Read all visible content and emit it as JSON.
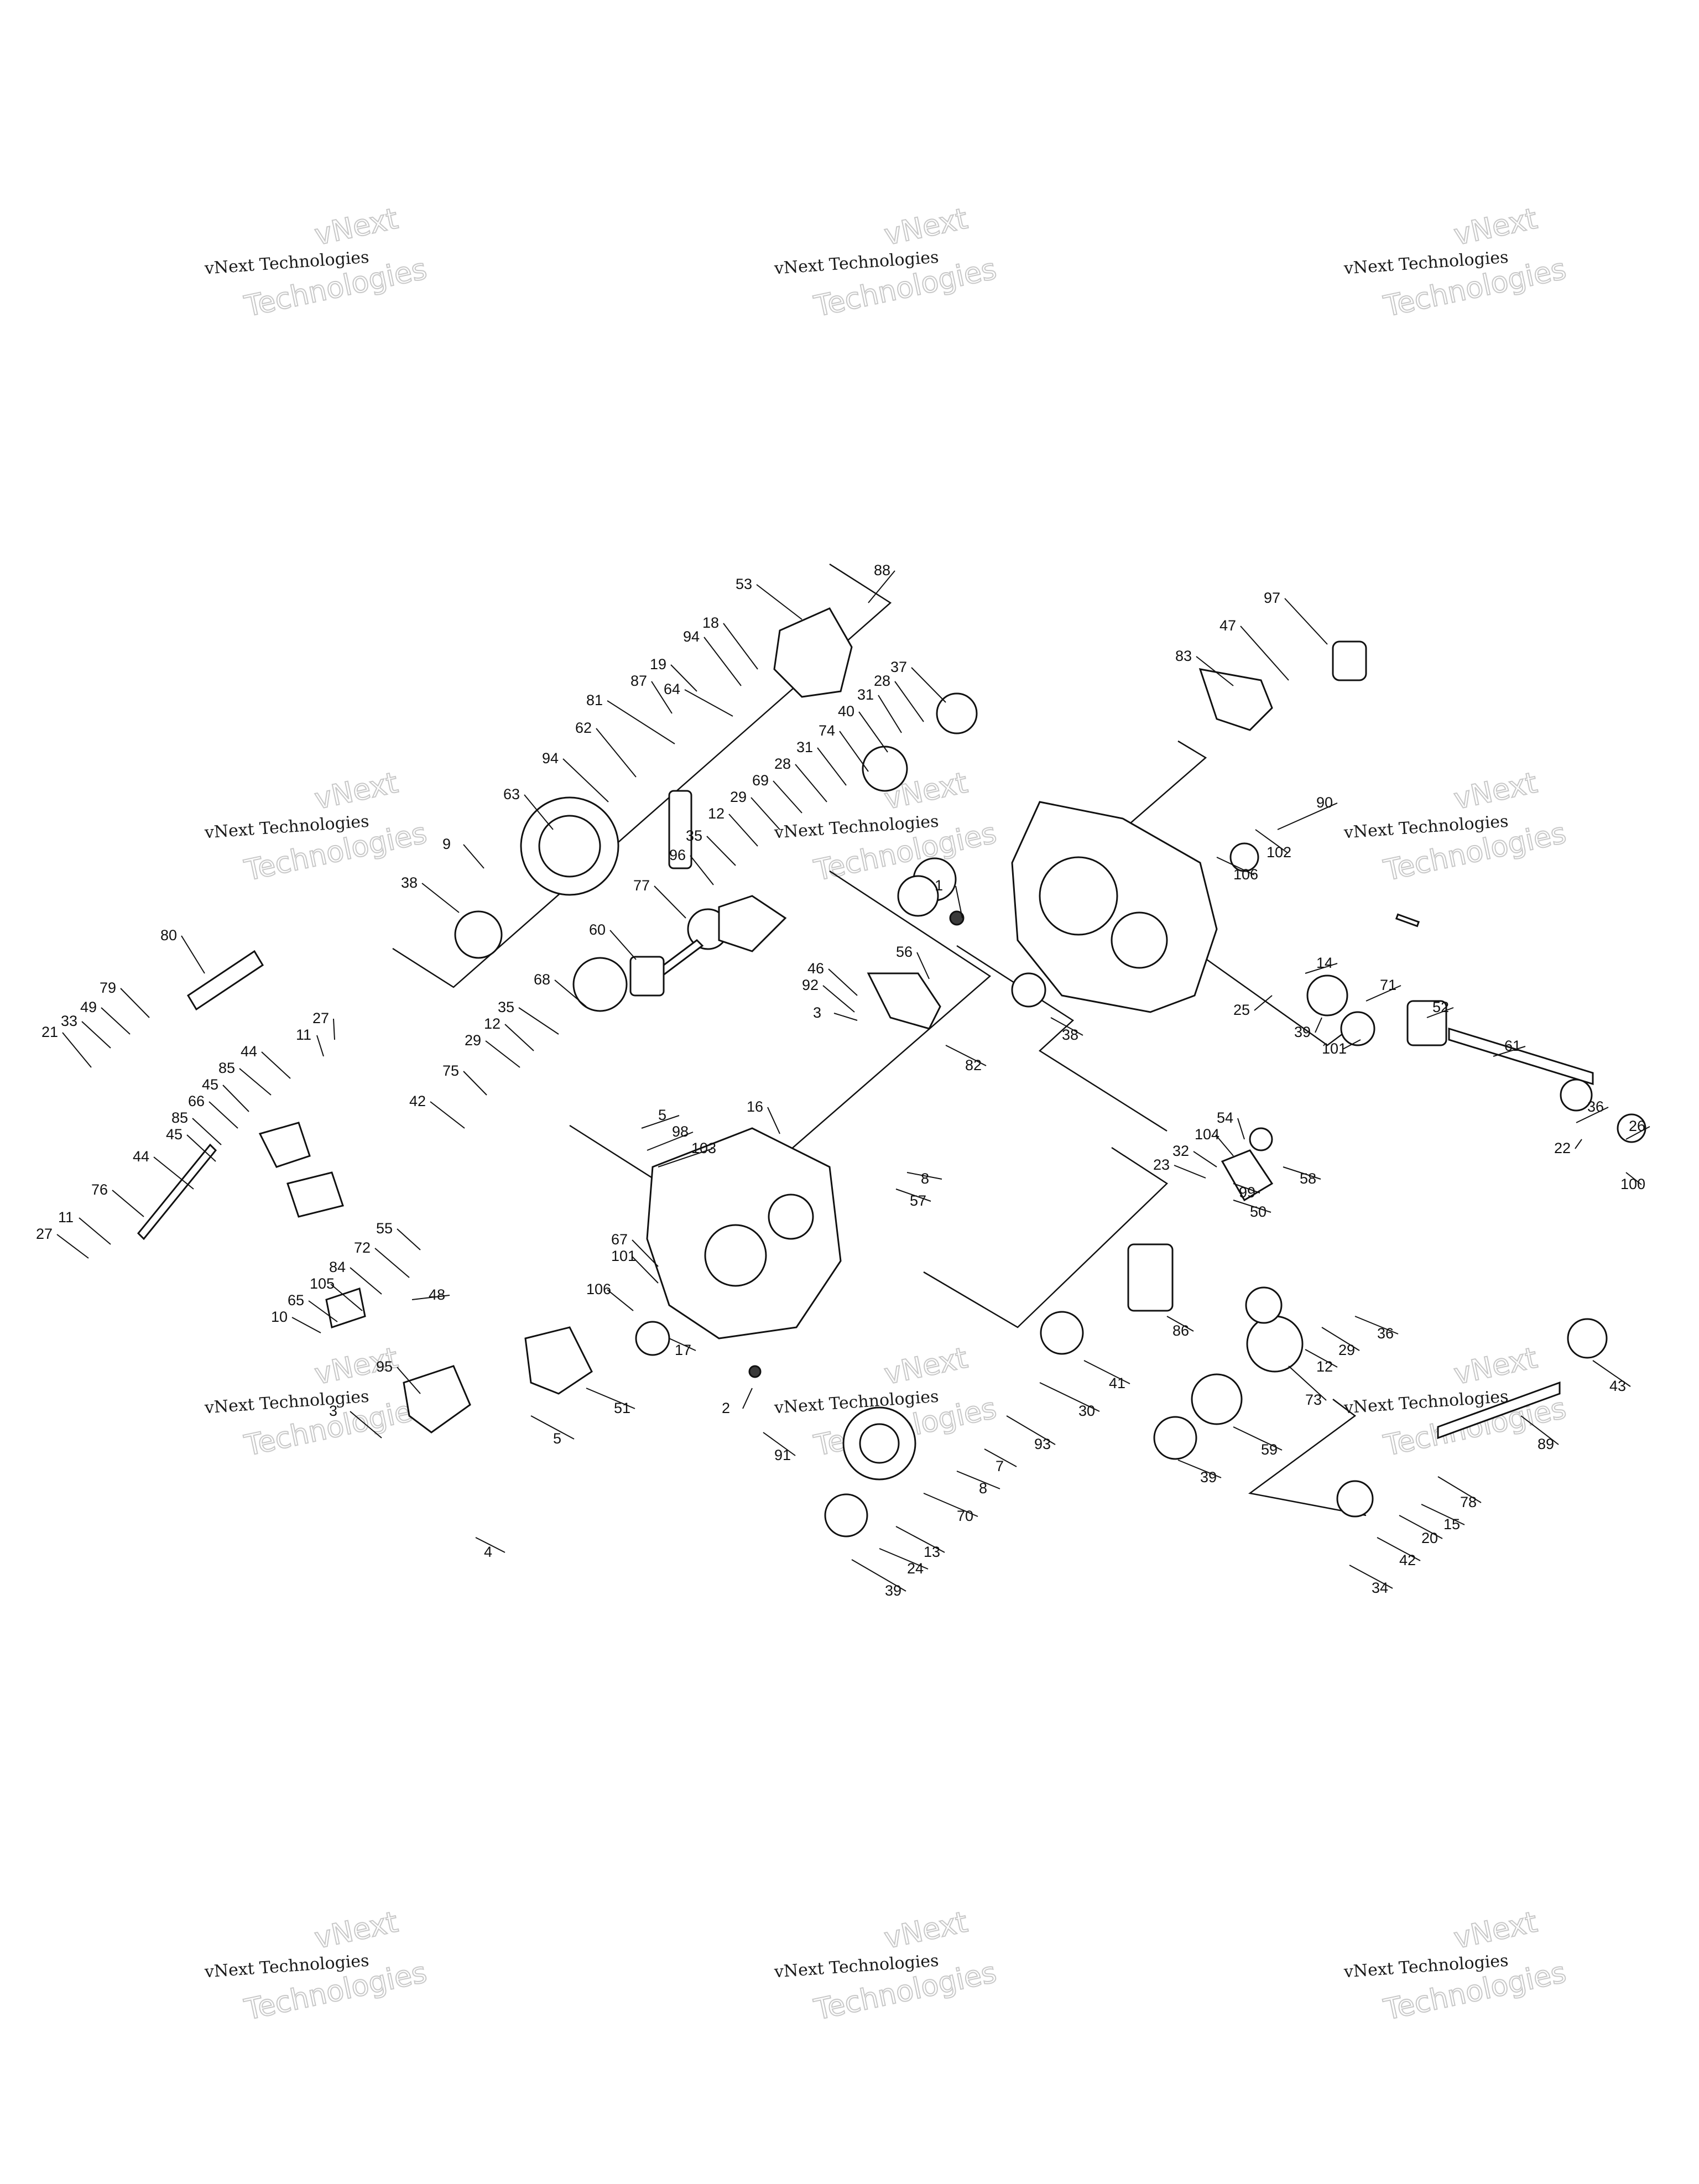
{
  "watermark": {
    "line1": "vNext Technologies",
    "line2": "vNext",
    "line3": "Technologies"
  },
  "callouts": [
    "1",
    "2",
    "3",
    "4",
    "5",
    "7",
    "8",
    "9",
    "10",
    "11",
    "12",
    "13",
    "14",
    "15",
    "16",
    "17",
    "18",
    "19",
    "20",
    "21",
    "22",
    "23",
    "24",
    "25",
    "26",
    "27",
    "28",
    "29",
    "30",
    "31",
    "32",
    "33",
    "34",
    "35",
    "36",
    "37",
    "38",
    "39",
    "40",
    "41",
    "42",
    "43",
    "44",
    "45",
    "46",
    "47",
    "48",
    "49",
    "50",
    "51",
    "52",
    "53",
    "54",
    "55",
    "56",
    "57",
    "58",
    "59",
    "60",
    "61",
    "62",
    "63",
    "64",
    "65",
    "66",
    "67",
    "68",
    "69",
    "70",
    "71",
    "72",
    "73",
    "74",
    "75",
    "76",
    "77",
    "78",
    "79",
    "80",
    "81",
    "82",
    "83",
    "84",
    "85",
    "86",
    "87",
    "88",
    "89",
    "90",
    "91",
    "92",
    "93",
    "94",
    "95",
    "96",
    "97",
    "98",
    "99",
    "100",
    "101",
    "102",
    "103",
    "104",
    "105",
    "106"
  ]
}
